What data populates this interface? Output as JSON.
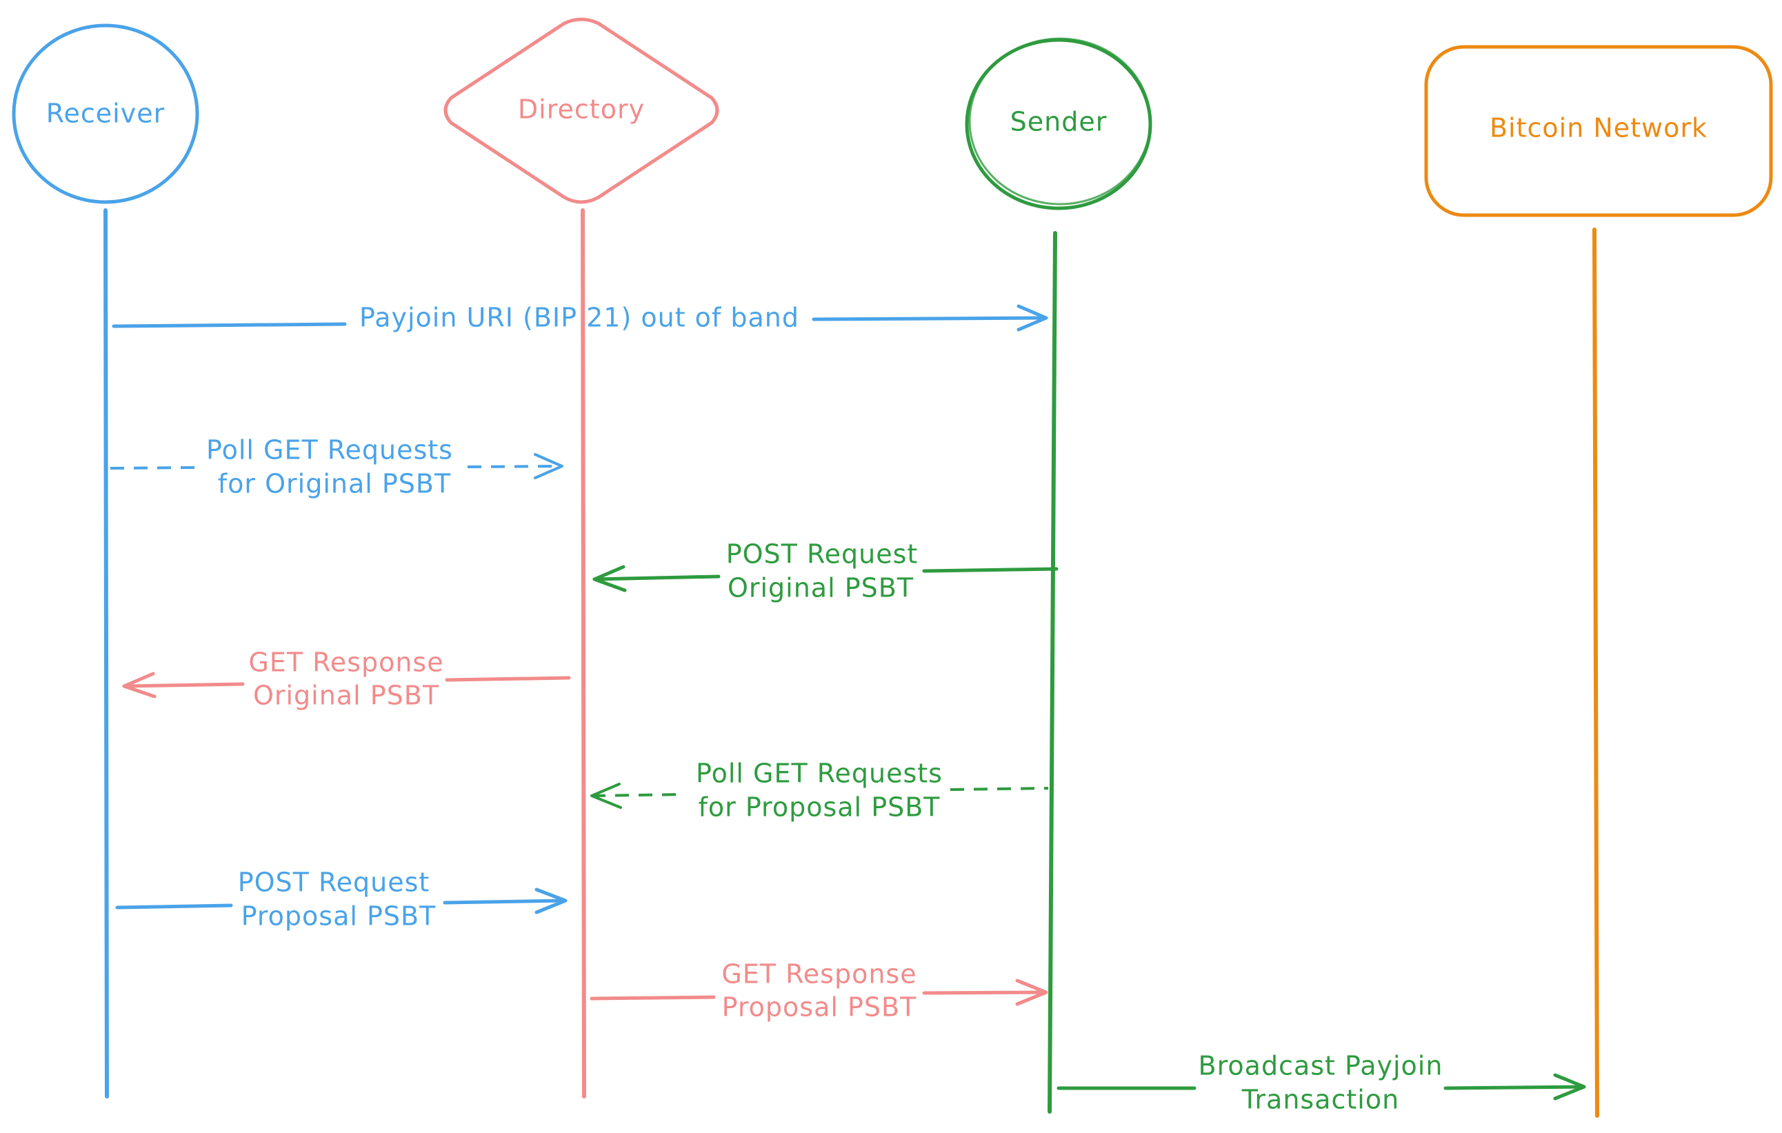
{
  "colors": {
    "receiver": "#4aa3e8",
    "directory": "#f28b8b",
    "sender": "#2e9b3f",
    "bitcoin_network": "#ec8a12"
  },
  "actors": {
    "receiver": {
      "label": "Receiver",
      "shape": "circle"
    },
    "directory": {
      "label": "Directory",
      "shape": "diamond"
    },
    "sender": {
      "label": "Sender",
      "shape": "circle"
    },
    "bitcoin_network": {
      "label": "Bitcoin Network",
      "shape": "rounded-rectangle"
    }
  },
  "messages": [
    {
      "from": "receiver",
      "to": "sender",
      "style": "solid",
      "lines": [
        "Payjoin URI (BIP 21) out of band"
      ]
    },
    {
      "from": "receiver",
      "to": "directory",
      "style": "dashed",
      "lines": [
        "Poll GET Requests",
        "for Original PSBT"
      ]
    },
    {
      "from": "sender",
      "to": "directory",
      "style": "solid",
      "lines": [
        "POST Request",
        "Original PSBT"
      ]
    },
    {
      "from": "directory",
      "to": "receiver",
      "style": "solid",
      "lines": [
        "GET Response",
        "Original PSBT"
      ]
    },
    {
      "from": "sender",
      "to": "directory",
      "style": "dashed",
      "lines": [
        "Poll GET Requests",
        "for Proposal PSBT"
      ]
    },
    {
      "from": "receiver",
      "to": "directory",
      "style": "solid",
      "lines": [
        "POST Request",
        "Proposal PSBT"
      ]
    },
    {
      "from": "directory",
      "to": "sender",
      "style": "solid",
      "lines": [
        "GET Response",
        "Proposal PSBT"
      ]
    },
    {
      "from": "sender",
      "to": "bitcoin_network",
      "style": "solid",
      "lines": [
        "Broadcast Payjoin",
        "Transaction"
      ]
    }
  ]
}
